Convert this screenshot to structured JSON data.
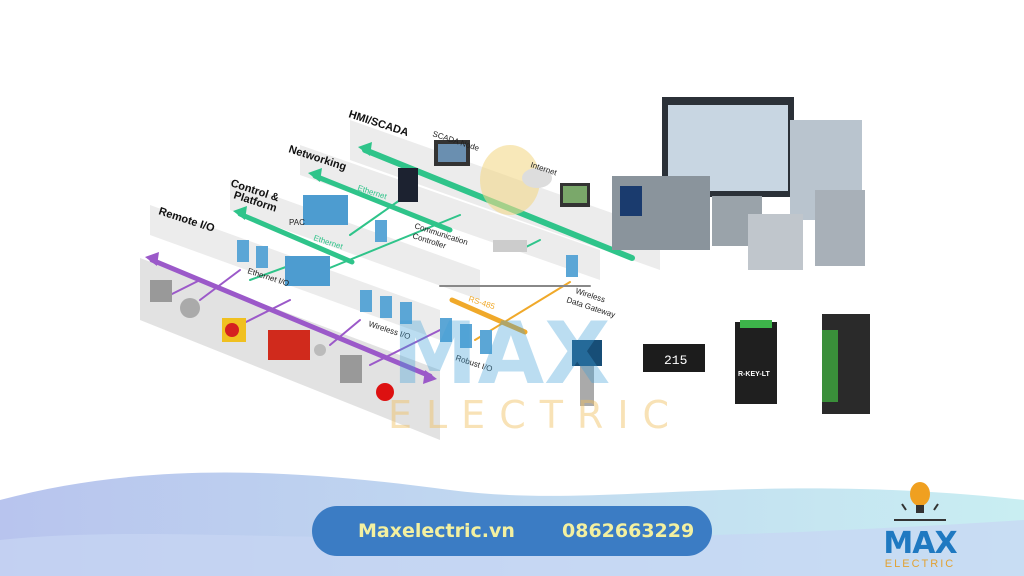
{
  "diagram": {
    "layers": [
      "HMI/SCADA",
      "Networking",
      "Control &",
      "Platform",
      "Remote I/O"
    ],
    "labels": {
      "scada_node": "SCADA Node",
      "internet": "Internet",
      "ethernet_top": "Ethernet",
      "ethernet_mid": "Ethernet",
      "pac": "PAC",
      "communication": "Communication",
      "controller": "Controller",
      "ethernet_io": "Ethernet I/O",
      "wireless_io": "Wireless I/O",
      "rs485": "RS-485",
      "wireless": "Wireless",
      "data_gateway": "Data Gateway",
      "robust_io": "Robust I/O"
    },
    "products": {
      "display_value": "215",
      "rkey_label": "R-KEY-LT"
    },
    "colors": {
      "ethernet": "#2fc48a",
      "remote_bus": "#9b59c9",
      "rs485": "#f0a92a"
    }
  },
  "watermark": {
    "line1": "MAX",
    "line2": "ELECTRIC"
  },
  "footer": {
    "website": "Maxelectric.vn",
    "phone": "0862663229"
  },
  "logo": {
    "max": "MAX",
    "electric": "ELECTRIC"
  }
}
